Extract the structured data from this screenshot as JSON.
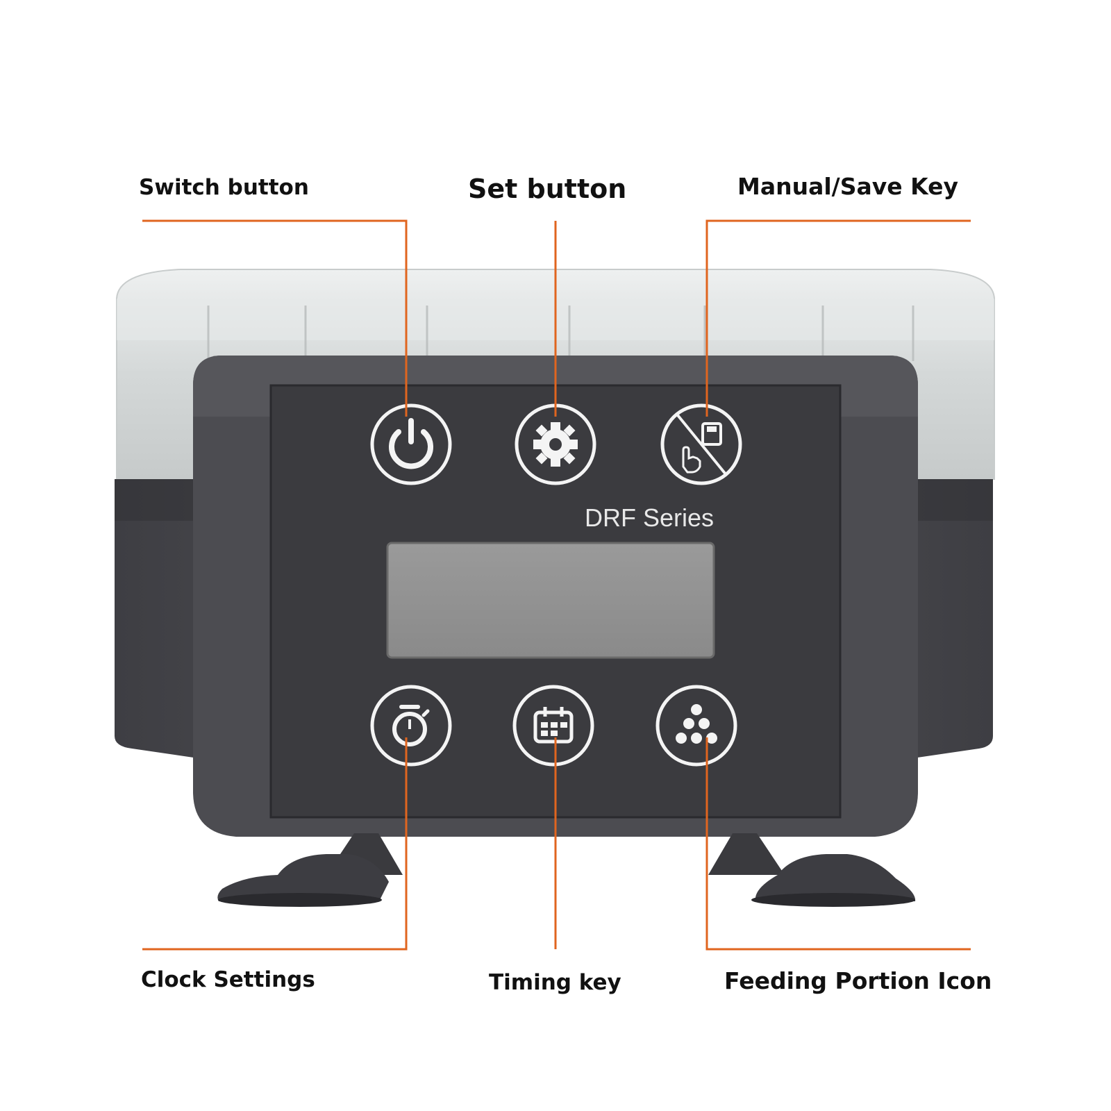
{
  "device": {
    "brand": "DRF Series"
  },
  "callouts": [
    {
      "id": "switch",
      "label": "Switch button",
      "icon": "power-icon"
    },
    {
      "id": "set",
      "label": "Set button",
      "icon": "gear-icon"
    },
    {
      "id": "manual",
      "label": "Manual/Save Key",
      "icon": "hand-save-icon"
    },
    {
      "id": "clock",
      "label": "Clock Settings",
      "icon": "stopwatch-icon"
    },
    {
      "id": "timing",
      "label": "Timing key",
      "icon": "calendar-icon"
    },
    {
      "id": "feeding",
      "label": "Feeding Portion Icon",
      "icon": "dots-icon"
    }
  ],
  "colors": {
    "leader_line": "#e0651f",
    "panel": "#3b3b3f",
    "body": "#4a4a4f",
    "lcd": "#8e8e8e",
    "hopper": "#d9dcdc"
  }
}
